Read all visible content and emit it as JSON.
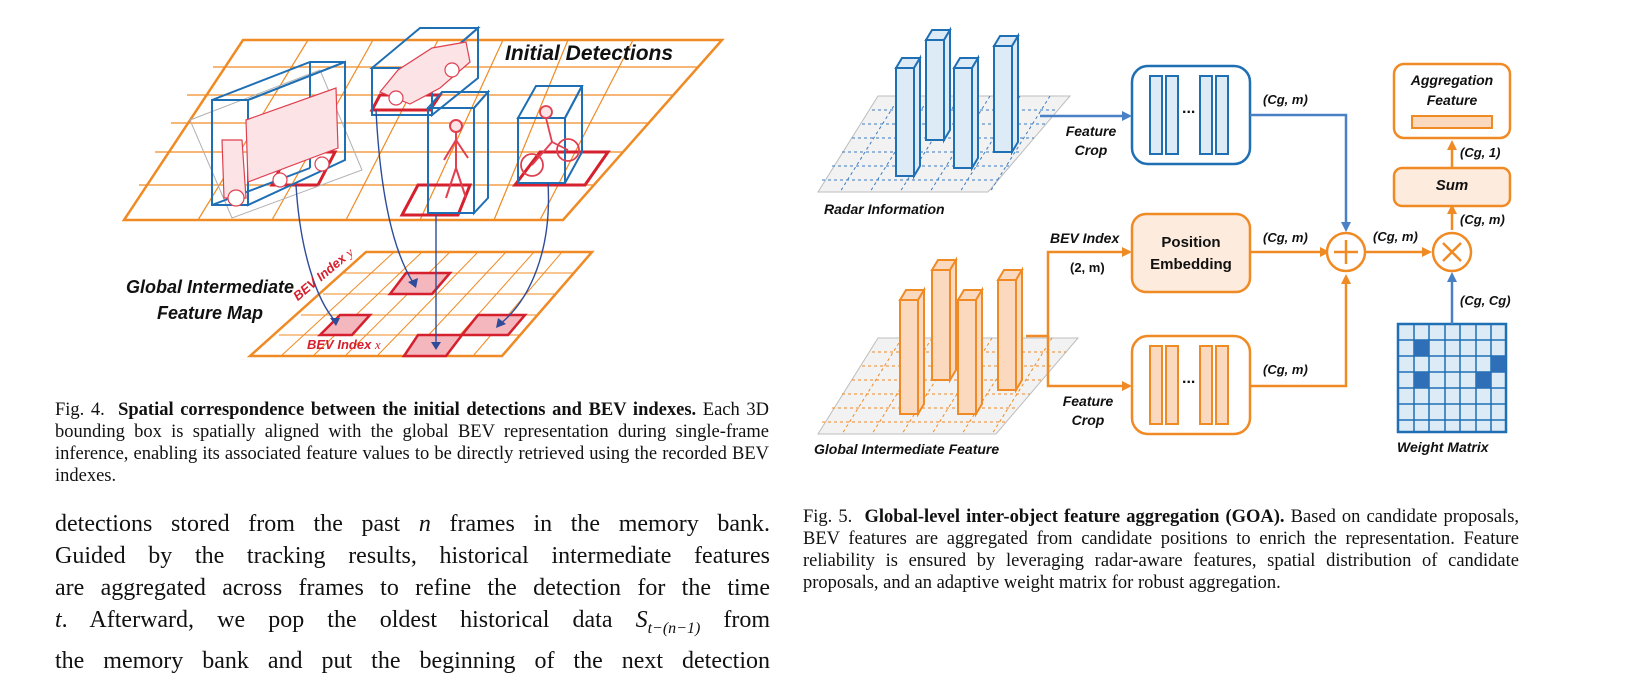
{
  "fig4": {
    "title_initial": "Initial Detections",
    "map_label_line1": "Global Intermediate",
    "map_label_line2": "Feature Map",
    "bev_index_y": "BEV Index",
    "bev_y_var": "y",
    "bev_index_x": "BEV Index",
    "bev_x_var": "x",
    "caption_prefix": "Fig. 4.",
    "caption_bold": "Spatial correspondence between the initial detections and BEV indexes.",
    "caption_rest": "Each 3D bounding box is spatially aligned with the global BEV representation during single-frame inference, enabling its associated feature values to be directly retrieved using the recorded BEV indexes."
  },
  "fig5": {
    "radar_label": "Radar Information",
    "feature_crop_top_1": "Feature",
    "feature_crop_top_2": "Crop",
    "feature_crop_bottom_1": "Feature",
    "feature_crop_bottom_2": "Crop",
    "bev_index_label": "BEV Index",
    "bev_index_dims": "(2, m)",
    "position_embedding_1": "Position",
    "position_embedding_2": "Embedding",
    "dims_cg_m": "(Cg, m)",
    "dims_cg_1": "(Cg, 1)",
    "dims_cg_cg": "(Cg, Cg)",
    "sum_label": "Sum",
    "aggregation_1": "Aggregation",
    "aggregation_2": "Feature",
    "global_feature_label": "Global Intermediate Feature",
    "weight_matrix_label": "Weight Matrix",
    "ellipsis": "...",
    "caption_prefix": "Fig. 5.",
    "caption_bold": "Global-level inter-object feature aggregation (GOA).",
    "caption_rest": "Based on candidate proposals, BEV features are aggregated from candidate positions to enrich the representation. Feature reliability is ensured by leveraging radar-aware features, spatial distribution of candidate proposals, and an adaptive weight matrix for robust aggregation."
  },
  "body": {
    "line1_a": "detections stored from the past",
    "line1_var": "n",
    "line1_b": "frames in the memory bank.",
    "line2": "Guided by the tracking results, historical intermediate features",
    "line3": "are aggregated across frames to refine the detection for the time",
    "line4_var": "t",
    "line4_a": ". Afterward, we pop the oldest historical data",
    "line4_sym": "S",
    "line4_sub": "t−(n−1)",
    "line4_b": "from",
    "line5": "the memory bank and put the beginning of the next detection"
  },
  "colors": {
    "orange": "#F08A24",
    "blue": "#1F6FB5",
    "red": "#D5202E",
    "light_orange": "#FDEBDD",
    "light_blue": "#DDEBF7"
  }
}
